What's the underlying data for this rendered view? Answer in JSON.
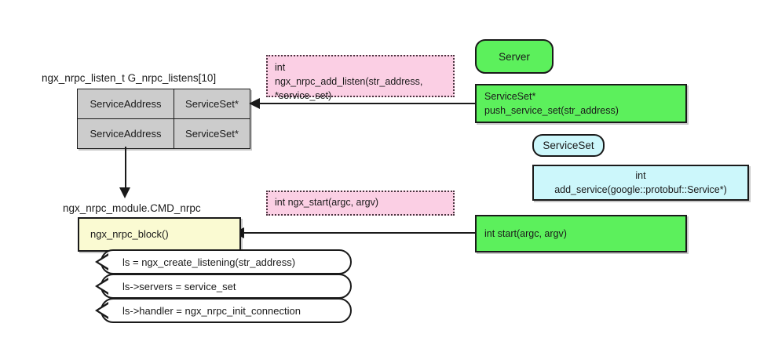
{
  "diagram": {
    "array_section": {
      "label": "ngx_nrpc_listen_t G_nrpc_listens[10]",
      "columns": [
        "ServiceAddress",
        "ServiceSet*"
      ],
      "rows": [
        [
          "ServiceAddress",
          "ServiceSet*"
        ],
        [
          "ServiceAddress",
          "ServiceSet*"
        ]
      ]
    },
    "module_section": {
      "label": "ngx_nrpc_module.CMD_nrpc",
      "block_title": "ngx_nrpc_block()",
      "statements": [
        "ls = ngx_create_listening(str_address)",
        "ls->servers = service_set",
        "ls->handler = ngx_nrpc_init_connection"
      ]
    },
    "notes": [
      {
        "text": "int\nngx_nrpc_add_listen(str_address,\n*service_set)"
      },
      {
        "text": "int ngx_start(argc, argv)"
      }
    ],
    "server_class": {
      "title": "Server",
      "methods": [
        "ServiceSet*\npush_service_set(str_address)",
        "int start(argc, argv)"
      ]
    },
    "serviceset_class": {
      "title": "ServiceSet",
      "methods": [
        "int\nadd_service(google::protobuf::Service*)"
      ]
    },
    "colors": {
      "green": "#5cf05c",
      "cyan": "#ccf7fb",
      "pink": "#fbcfe4",
      "yellow": "#fafad2",
      "gray": "#cccccc",
      "stroke": "#1a1a1a"
    }
  }
}
